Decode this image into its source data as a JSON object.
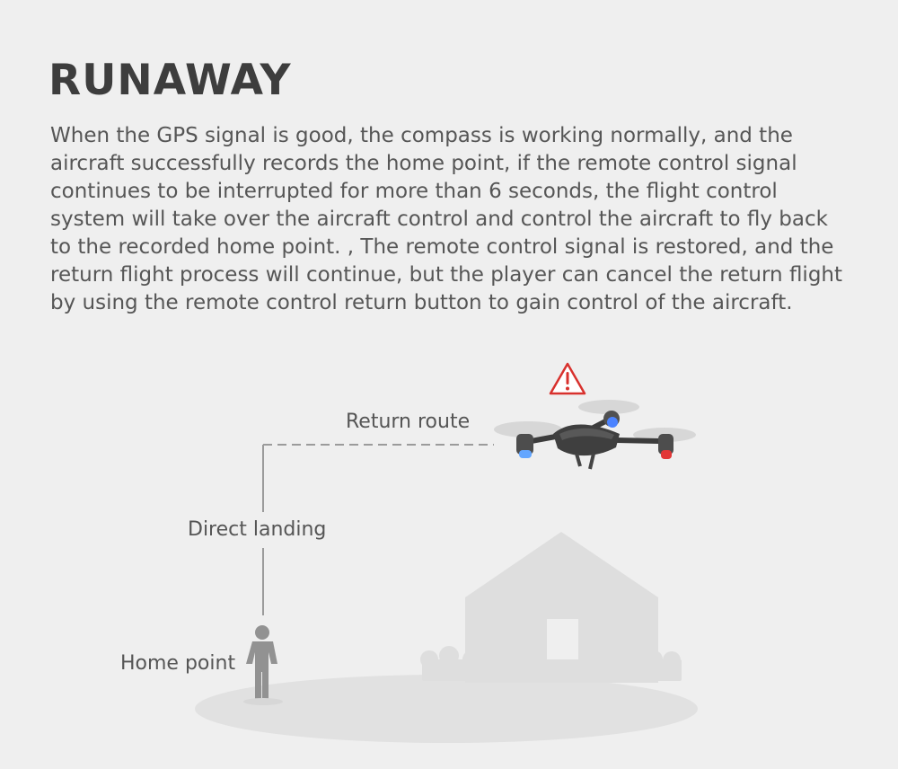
{
  "heading": "RUNAWAY",
  "description": "When the GPS signal is good, the compass is working normally, and the aircraft successfully records the home point, if the remote control signal continues to be interrupted for more than 6 seconds, the flight control system will take over the aircraft control and control the aircraft to fly back to the recorded home point. , The remote control signal is restored, and the return flight process will continue, but the player can cancel the return flight by using the remote control return button to gain control of the aircraft.",
  "diagram": {
    "return_route_label": "Return route",
    "direct_landing_label": "Direct landing",
    "home_point_label": "Home point"
  },
  "icons": {
    "warning": "warning-icon",
    "drone": "drone-icon",
    "person": "person-icon",
    "house": "house-icon"
  },
  "colors": {
    "background": "#efefef",
    "warning": "#d8312d",
    "house": "#dedede",
    "ground": "#e1e1e1"
  }
}
